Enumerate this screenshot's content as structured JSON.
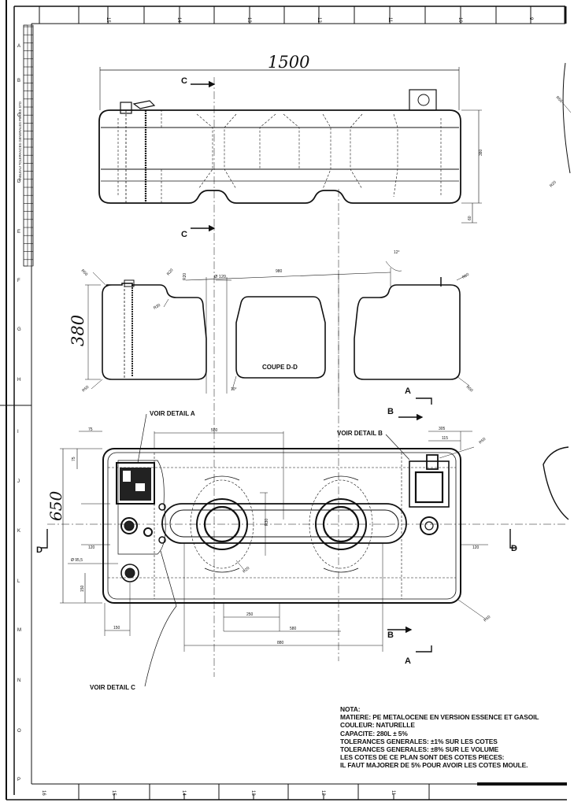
{
  "border": {
    "top_scale": [
      "15",
      "14",
      "13",
      "12",
      "11",
      "10",
      "9"
    ],
    "bottom_scale": [
      "16",
      "15",
      "14",
      "13",
      "12",
      "11"
    ],
    "row_letters": [
      "A",
      "B",
      "C",
      "D",
      "E",
      "F",
      "G",
      "H",
      "I",
      "J",
      "K",
      "L",
      "M",
      "N",
      "O",
      "P"
    ]
  },
  "tolerance_table": {
    "title": "TABLEAU TOLERANCES GENERALES PIECES STD"
  },
  "top_view": {
    "overall_length": "1500",
    "section_c": "C",
    "height_dim": "380",
    "small_dim": "60",
    "radius_dim": "R50",
    "radius_dim_2": "R20"
  },
  "section_view": {
    "title": "COUPE D-D",
    "height_dim": "380",
    "width_dim": "980",
    "diameter_dim": "Ø 120",
    "angle_dim_1": "12°",
    "angle_dim_2": "10°",
    "radius_1": "R20",
    "radius_2": "R30",
    "radius_3": "R50"
  },
  "plan_view": {
    "detail_a": "VOIR DETAIL A",
    "detail_b": "VOIR DETAIL B",
    "detail_c": "VOIR DETAIL C",
    "section_a": "A",
    "section_b": "B",
    "section_d": "D",
    "width_dim": "650",
    "dims": [
      "75",
      "75",
      "580",
      "305",
      "115",
      "120",
      "120",
      "Ø 95,5",
      "150",
      "150",
      "250",
      "580",
      "880",
      "R50",
      "R20",
      "R50",
      "R30"
    ]
  },
  "nota": {
    "title": "NOTA:",
    "lines": [
      "MATIERE:  PE METALOCENE EN VERSION ESSENCE ET GASOIL",
      "COULEUR: NATURELLE",
      "CAPACITE: 280L ± 5%",
      "TOLERANCES GENERALES: ±1% SUR LES COTES",
      "TOLERANCES GENERALES: ±8% SUR LE VOLUME",
      "LES COTES DE CE PLAN SONT DES COTES PIECES:",
      "IL FAUT MAJORER DE 5% POUR AVOIR LES COTES MOULE."
    ]
  }
}
